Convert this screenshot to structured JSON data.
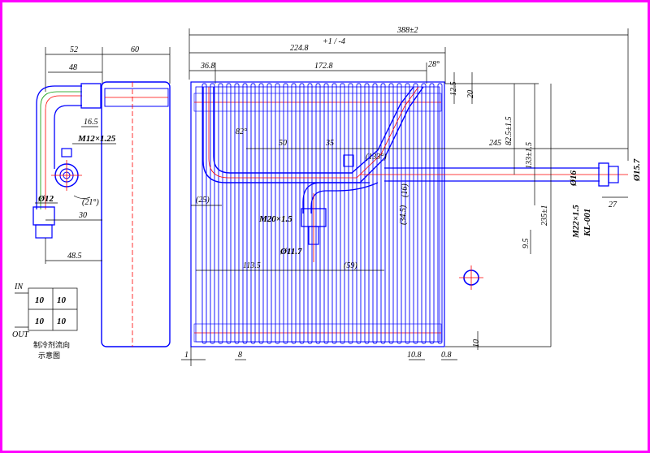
{
  "colors": {
    "frame": "#ff00ff",
    "outline": "#0000ff",
    "centerline": "#ff0000",
    "dimension": "#000000",
    "tube_green": "#009900"
  },
  "side_view": {
    "dims": {
      "d52": "52",
      "d60": "60",
      "d48": "48",
      "d16_5": "16.5",
      "m12": "M12×1.25",
      "d21": "(21°)",
      "phi12": "Ø12",
      "d30": "30",
      "d48_5": "48.5"
    }
  },
  "flow_diagram": {
    "in": "IN",
    "out": "OUT",
    "cells": [
      "10",
      "10",
      "10",
      "10"
    ],
    "caption_line1": "制冷剂流向",
    "caption_line2": "示意图"
  },
  "front_view": {
    "dims": {
      "overall": "388±2",
      "width": "224.8",
      "width_tol": "+1 / -4",
      "d36_8": "36.8",
      "d172_8": "172.8",
      "angle28": "28°",
      "d12_5": "12.5",
      "d20": "20",
      "angle82": "82°",
      "d50": "50",
      "d35": "35",
      "d245": "245",
      "d82_5": "82.5±1.5",
      "d133": "133±1.5",
      "d235": "235±1",
      "angle133": "(133°)",
      "d16p": "(16)",
      "d25p": "(25)",
      "m20": "M20×1.5",
      "d34_5": "(34.5)",
      "phi11_7": "Ø11.7",
      "d113_5": "113.5",
      "d59": "(59)",
      "d9_5": "9.5",
      "phi16": "Ø16",
      "phi15_7": "Ø15.7",
      "m22": "M22×1.5",
      "kl": "KL-001",
      "d27": "27",
      "d1": "1",
      "d8": "8",
      "d10_8": "10.8",
      "d0_8": "0.8",
      "d10": "10"
    }
  }
}
